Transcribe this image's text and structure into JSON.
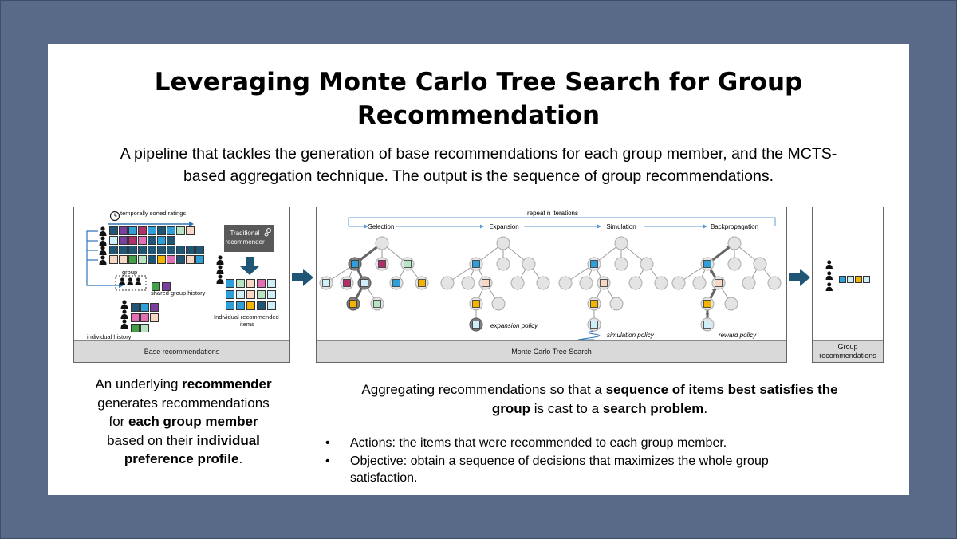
{
  "title_line1": "Leveraging Monte Carlo Tree Search for Group",
  "title_line2": "Recommendation",
  "subtitle_line1": "A pipeline that tackles the generation of base recommendations for each group member, and the MCTS-",
  "subtitle_line2": "based aggregation technique. The output is the sequence of group recommendations.",
  "base_panel": {
    "footer": "Base recommendations",
    "ratings_label": "temporally sorted ratings",
    "group_label": "group",
    "shared_label": "shared group history",
    "individual_label": "individual history",
    "recommender_line1": "Traditional",
    "recommender_line2": "recommender",
    "items_line1": "Individual recommended",
    "items_line2": "items"
  },
  "mcts_panel": {
    "footer": "Monte Carlo Tree Search",
    "repeat_label": "repeat n iterations",
    "phases": [
      "Selection",
      "Expansion",
      "Simulation",
      "Backpropagation"
    ],
    "expansion_policy": "expansion policy",
    "simulation_policy": "simulation policy",
    "reward_policy": "reward policy"
  },
  "group_panel": {
    "footer_line1": "Group",
    "footer_line2": "recommendations"
  },
  "left_text": {
    "l1_a": "An underlying ",
    "l1_b": "recommender",
    "l2": "generates recommendations",
    "l3_a": "for ",
    "l3_b": "each group member",
    "l4_a": "based on their ",
    "l4_b": "individual",
    "l5_a": "preference profile",
    "l5_b": "."
  },
  "right_text": {
    "r1_a": "Aggregating recommendations  so that a ",
    "r1_b": "sequence of items best satisfies the",
    "r2_a": "group",
    "r2_b": " is cast to a ",
    "r2_c": "search problem",
    "r2_d": ".",
    "bullet1": "Actions: the items that were recommended  to each group member.",
    "bullet2_l1": "Objective: obtain a sequence of decisions that maximizes the whole group",
    "bullet2_l2": "satisfaction."
  },
  "colors": {
    "background": "#586a87",
    "dark_blue": "#1f5675",
    "light_blue": "#2e9fd8",
    "purple": "#7b3fa0",
    "magenta": "#b0306a",
    "pink": "#e36fb5",
    "yellow": "#f2b400",
    "green": "#43a047",
    "light_green": "#b9e4c2",
    "peach": "#f8d8c4",
    "light_cyan": "#cfeef8"
  }
}
